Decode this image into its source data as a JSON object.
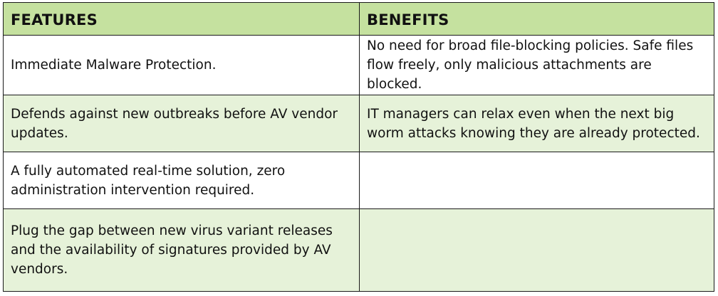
{
  "table": {
    "headers": {
      "features": "FEATURES",
      "benefits": "BENEFITS"
    },
    "rows": [
      {
        "feature": "Immediate Malware Protection.",
        "benefit": "No need for broad file-blocking policies. Safe files flow freely, only malicious attachments are blocked."
      },
      {
        "feature": "Defends against new outbreaks before AV vendor updates.",
        "benefit": "IT managers can relax even when the next big worm attacks knowing they are already protected."
      },
      {
        "feature": "A fully automated real-time solution, zero administration intervention required.",
        "benefit": ""
      },
      {
        "feature": "Plug the gap between new virus variant releases and the availability of signatures provided by AV vendors.",
        "benefit": ""
      }
    ]
  },
  "colors": {
    "header_bg": "#c5e19f",
    "alt_row_bg": "#e6f2d9",
    "border": "#1a1a1a"
  }
}
